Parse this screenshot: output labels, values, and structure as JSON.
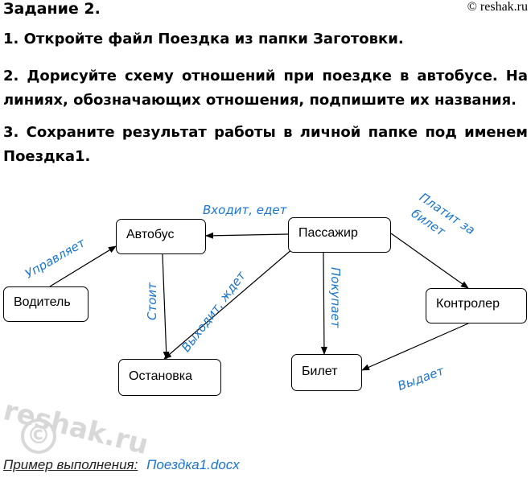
{
  "header": {
    "title": "Задание 2.",
    "site": "© reshak.ru"
  },
  "instructions": [
    "1. Откройте файл Поездка из папки Заготовки.",
    "2. Дорисуйте схему отношений при поездке в автобусе. На линиях, обозначающих отношения, подпишите их названия.",
    "3. Сохраните результат работы в личной папке под именем Поездка1."
  ],
  "diagram": {
    "nodes": {
      "bus": "Автобус",
      "passenger": "Пассажир",
      "driver": "Водитель",
      "controller": "Контролер",
      "stop": "Остановка",
      "ticket": "Билет"
    },
    "relations": {
      "drives": "Управляет",
      "enters_rides": "Входит, едет",
      "stands": "Стоит",
      "exits_waits": "Выходит, ждет",
      "buys": "Покупает",
      "pays_ticket_line1": "Платит за",
      "pays_ticket_line2": "билет",
      "issues": "Выдает"
    }
  },
  "watermark": {
    "text": "reshak.ru",
    "copyright_symbol": "©"
  },
  "footer": {
    "example_label": "Пример выполнения:",
    "file_name": "Поездка1.docx"
  }
}
